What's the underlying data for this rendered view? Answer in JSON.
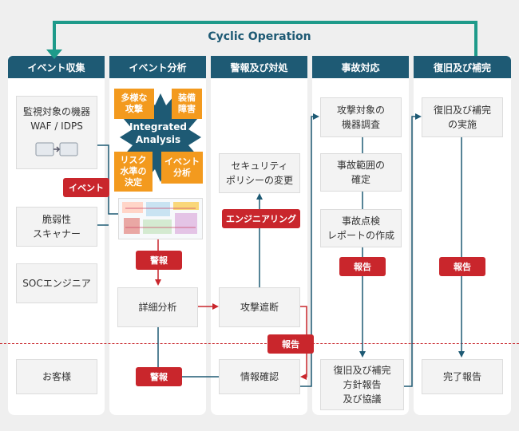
{
  "title": "Cyclic Operation",
  "columns": [
    "イベント収集",
    "イベント分析",
    "警報及び対処",
    "事故対応",
    "復旧及び補完"
  ],
  "collection": {
    "monitored": {
      "line1": "監視対象の機器",
      "line2": "WAF / IDPS"
    },
    "scanner": "脆弱性\nスキャナー",
    "soc": "SOCエンジニア",
    "customer": "お客様",
    "event_label": "イベント"
  },
  "analysis": {
    "tags": [
      "多様な\n攻撃",
      "装備\n障害",
      "リスク\n水準の\n決定",
      "イベント\n分析"
    ],
    "center": "Integrated\nAnalysis",
    "alert1": "警報",
    "detail": "詳細分析",
    "alert2": "警報"
  },
  "response": {
    "policy": "セキュリティ\nポリシーの変更",
    "engineering": "エンジニアリング",
    "block": "攻撃遮断",
    "info": "情報確認",
    "report": "報告"
  },
  "incident": {
    "survey": "攻撃対象の\n機器調査",
    "scope": "事故範囲の\n確定",
    "inspect": "事故点検\nレポートの作成",
    "report": "報告",
    "plan": "復旧及び補完\n方針報告\n及び協議"
  },
  "recovery": {
    "exec": "復旧及び補完\nの実施",
    "report": "報告",
    "done": "完了報告"
  },
  "colors": {
    "header": "#1e5a74",
    "red": "#c9262c",
    "orange": "#f39a1e"
  }
}
